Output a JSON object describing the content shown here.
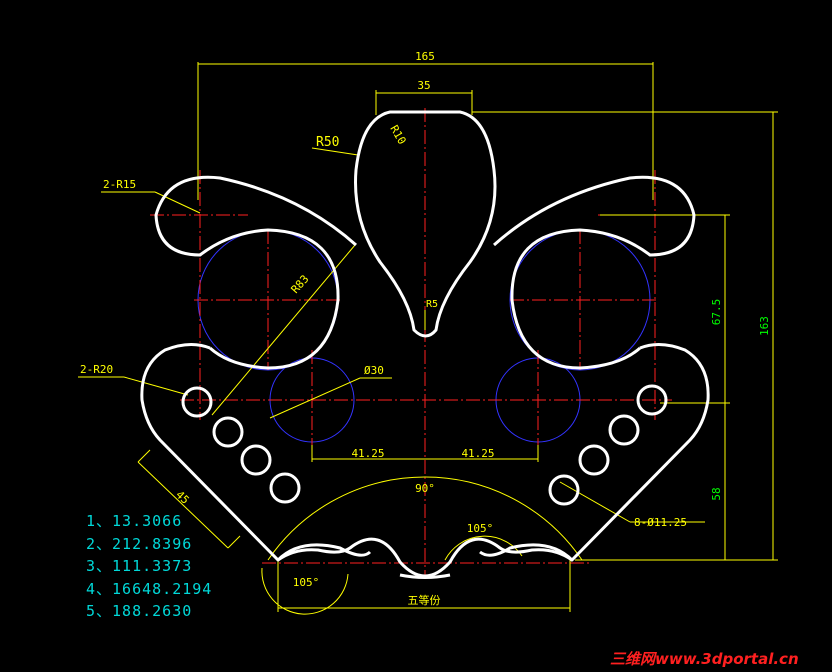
{
  "colors": {
    "background": "#000000",
    "outline": "#ffffff",
    "centerline": "#ff2020",
    "dimension": "#ffff00",
    "dimension_vertical": "#00ff00",
    "construction": "#3333ff",
    "results_text": "#00d8d8",
    "watermark": "#ff2020"
  },
  "dimensions": {
    "width_165": "165",
    "width_35": "35",
    "height_163": "163",
    "height_67_5": "67.5",
    "height_58": "58",
    "offset_left": "41.25",
    "offset_right": "41.25",
    "length_45": "45",
    "angle_90": "90°",
    "angle_105_right": "105°",
    "angle_105_left": "105°",
    "equal_parts": "五等份"
  },
  "callouts": {
    "r50": "R50",
    "r10": "R10",
    "two_r15": "2-R15",
    "r83": "R83",
    "r5": "R5",
    "two_r20": "2-R20",
    "d30": "Ø30",
    "eight_d11": "8-Ø11.25"
  },
  "results": [
    "1、13.3066",
    "2、212.8396",
    "3、111.3373",
    "4、16648.2194",
    "5、188.2630"
  ],
  "watermark": "三维网www.3dportal.cn"
}
